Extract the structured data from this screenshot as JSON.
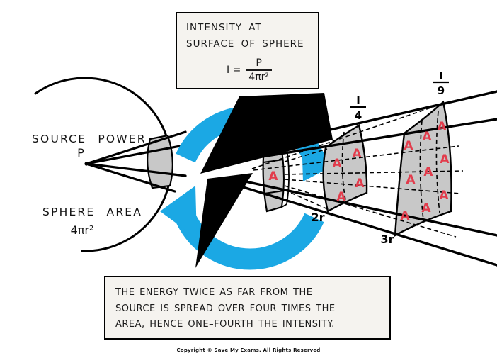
{
  "top_box": {
    "line1": "INTENSITY AT",
    "line2": "SURFACE OF SPHERE",
    "formula_lhs": "I =",
    "formula_numerator": "P",
    "formula_denominator": "4πr²"
  },
  "diagram_labels": {
    "source_power": "SOURCE POWER",
    "source_symbol": "P",
    "sphere_area_line1": "SPHERE AREA",
    "sphere_area_line2": "4πr²",
    "unit_area": "A",
    "intensity_quarter": {
      "numerator": "I",
      "denominator": "4"
    },
    "intensity_ninth": {
      "numerator": "I",
      "denominator": "9"
    },
    "distance_2r": "2r",
    "distance_3r": "3r"
  },
  "bottom_box": {
    "line1": "THE ENERGY TWICE AS FAR FROM THE",
    "line2": "SOURCE IS SPREAD OVER FOUR TIMES THE",
    "line3": "AREA, HENCE ONE–FOURTH THE INTENSITY."
  },
  "footer": {
    "copyright": "Copyright © Save My Exams. All Rights Reserved"
  },
  "watermark": {
    "logo_icon": "circular-arrows-lightning-logo"
  },
  "colors": {
    "accent_blue": "#1ba8e4",
    "area_red": "#e23c4c",
    "patch_gray": "#c8c8c8",
    "box_background": "#f5f3ef",
    "line_black": "#000000"
  }
}
